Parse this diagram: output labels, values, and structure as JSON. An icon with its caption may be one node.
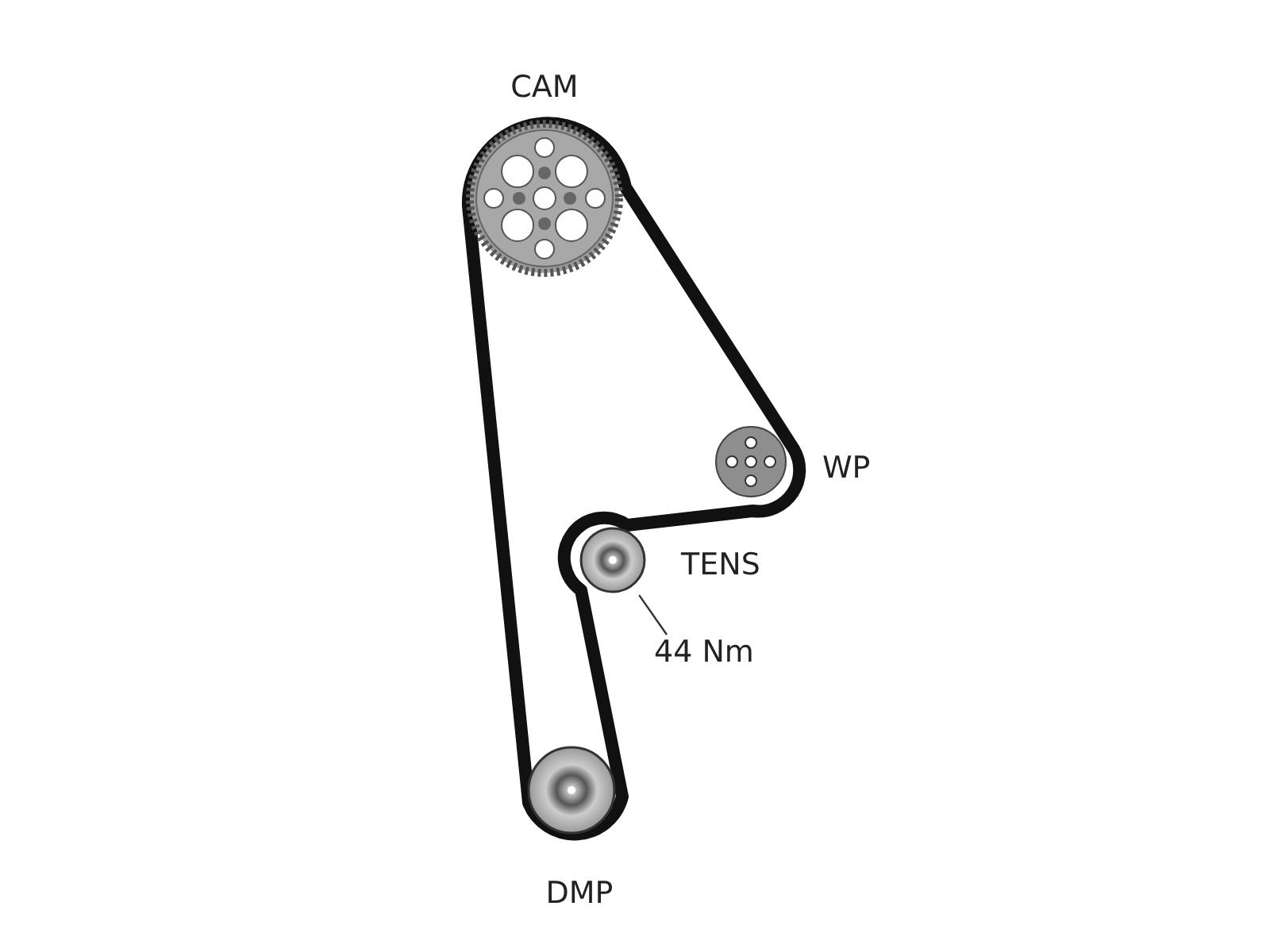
{
  "diagram": {
    "nodes": [
      {
        "text": [
          "CAM"
        ]
      },
      {
        "text": [
          "WP"
        ]
      },
      {
        "text": [
          "TENS"
        ]
      },
      {
        "text": [
          "DMP"
        ]
      },
      {
        "text": [
          "44 Nm"
        ]
      }
    ],
    "edges": [
      {
        "from": 4,
        "to": 2,
        "arrow": "none"
      }
    ]
  }
}
